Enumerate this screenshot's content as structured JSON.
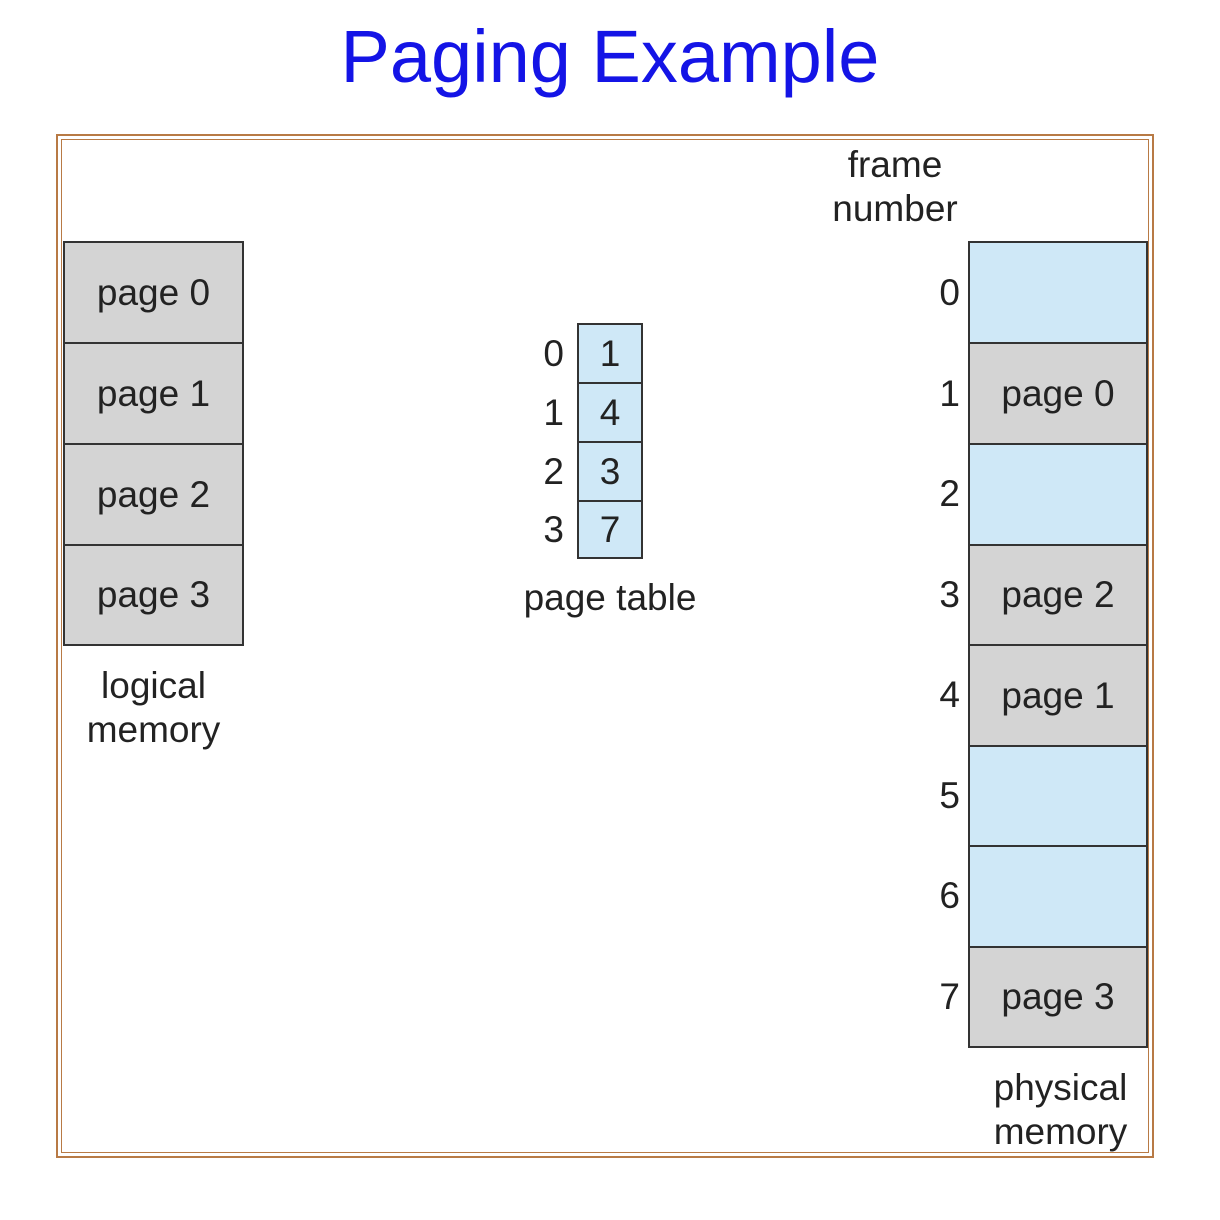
{
  "title": "Paging Example",
  "logical_memory": {
    "label_line1": "logical",
    "label_line2": "memory",
    "pages": [
      "page 0",
      "page 1",
      "page 2",
      "page 3"
    ]
  },
  "page_table": {
    "label": "page table",
    "indices": [
      "0",
      "1",
      "2",
      "3"
    ],
    "frames": [
      "1",
      "4",
      "3",
      "7"
    ]
  },
  "physical_memory": {
    "header_line1": "frame",
    "header_line2": "number",
    "label_line1": "physical",
    "label_line2": "memory",
    "frame_numbers": [
      "0",
      "1",
      "2",
      "3",
      "4",
      "5",
      "6",
      "7"
    ],
    "frames": [
      "",
      "page 0",
      "",
      "page 2",
      "page 1",
      "",
      "",
      "page 3"
    ]
  },
  "colors": {
    "title": "#1414e6",
    "border": "#b87a45",
    "occupied": "#d4d4d4",
    "free": "#cfe8f7"
  }
}
